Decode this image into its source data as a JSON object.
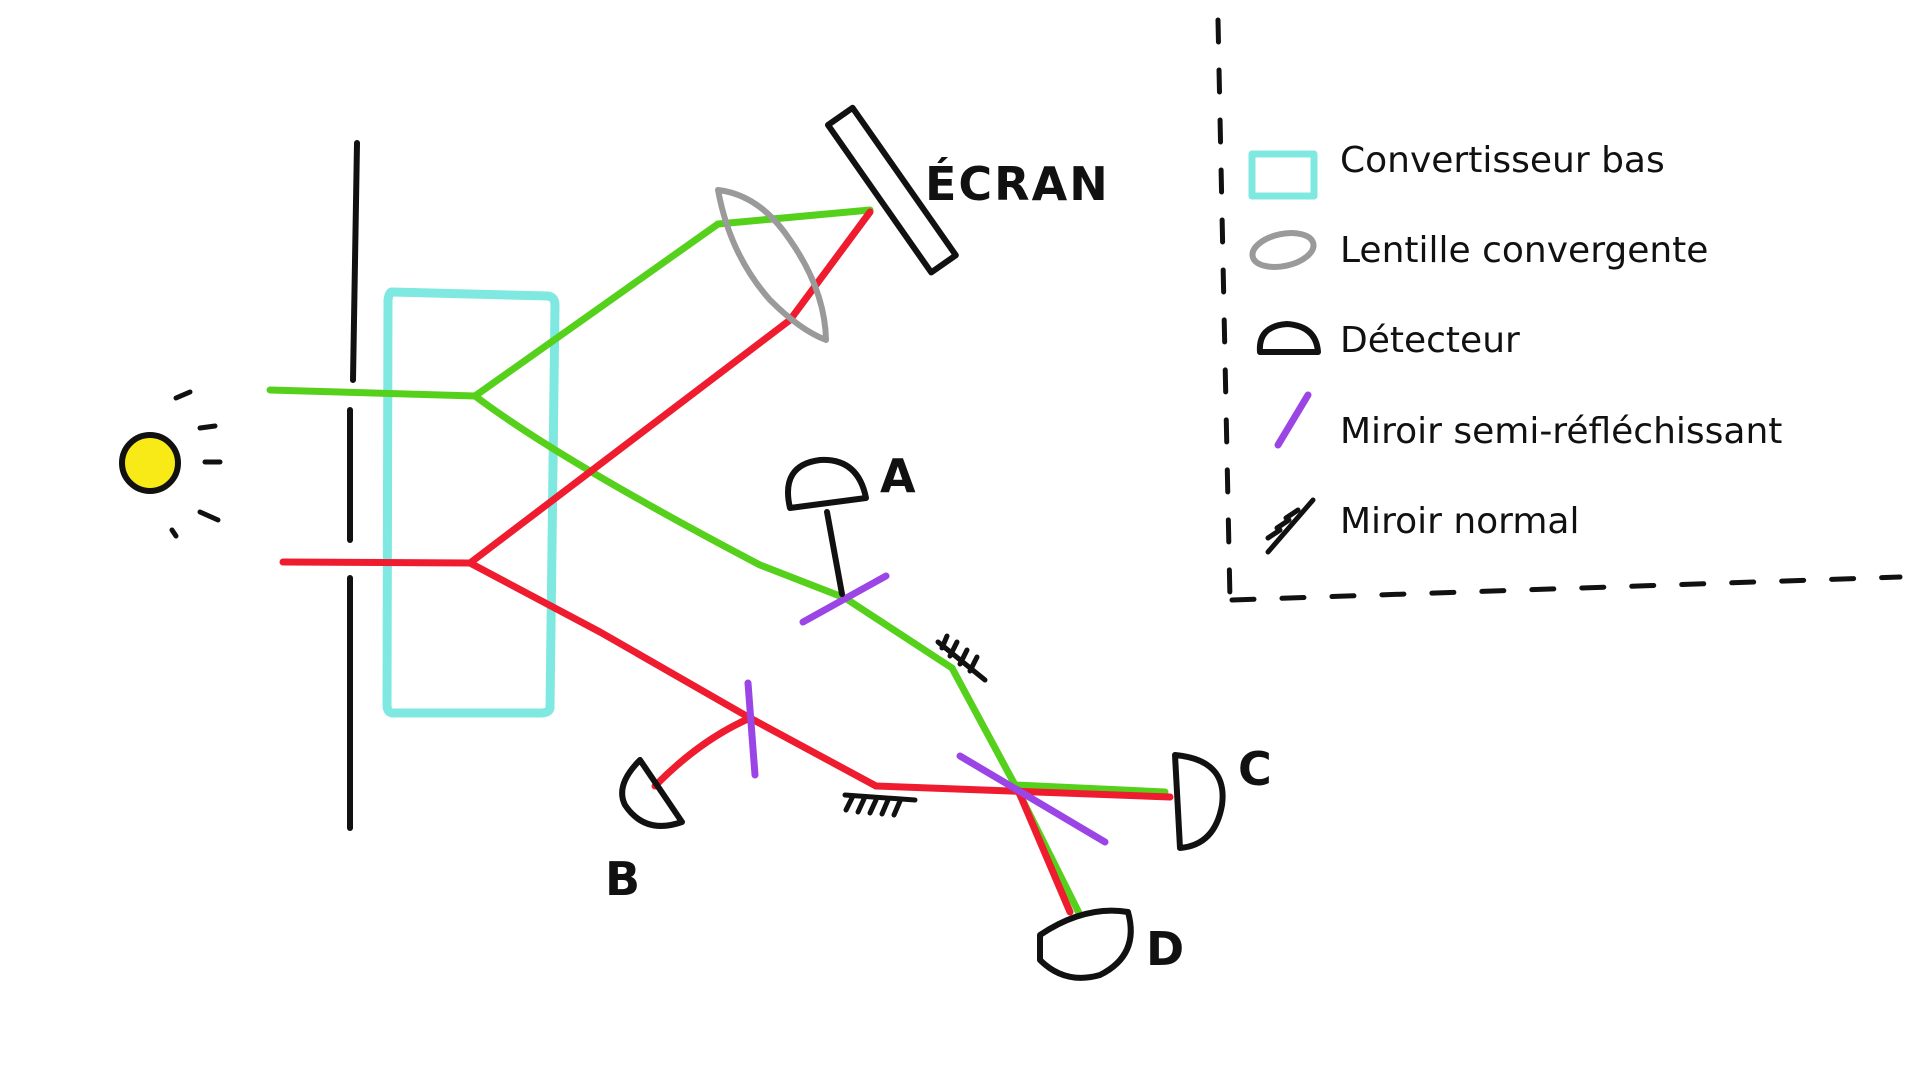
{
  "screen_label": "ÉCRAN",
  "detector_labels": {
    "a": "A",
    "b": "B",
    "c": "C",
    "d": "D"
  },
  "legend": {
    "items": [
      {
        "label": "Convertisseur bas",
        "symbol": "converter-box-icon"
      },
      {
        "label": "Lentille convergente",
        "symbol": "convergent-lens-icon"
      },
      {
        "label": "Détecteur",
        "symbol": "detector-icon"
      },
      {
        "label": "Miroir semi-réfléchissant",
        "symbol": "beam-splitter-icon"
      },
      {
        "label": "Miroir normal",
        "symbol": "mirror-icon"
      }
    ]
  },
  "colors": {
    "green_beam": "#55d11c",
    "red_beam": "#ee1c2e",
    "converter": "#7fe8e0",
    "lens": "#9a9a9a",
    "beam_splitter": "#9b45e6",
    "source": "#f7ea16",
    "ink": "#111111"
  }
}
